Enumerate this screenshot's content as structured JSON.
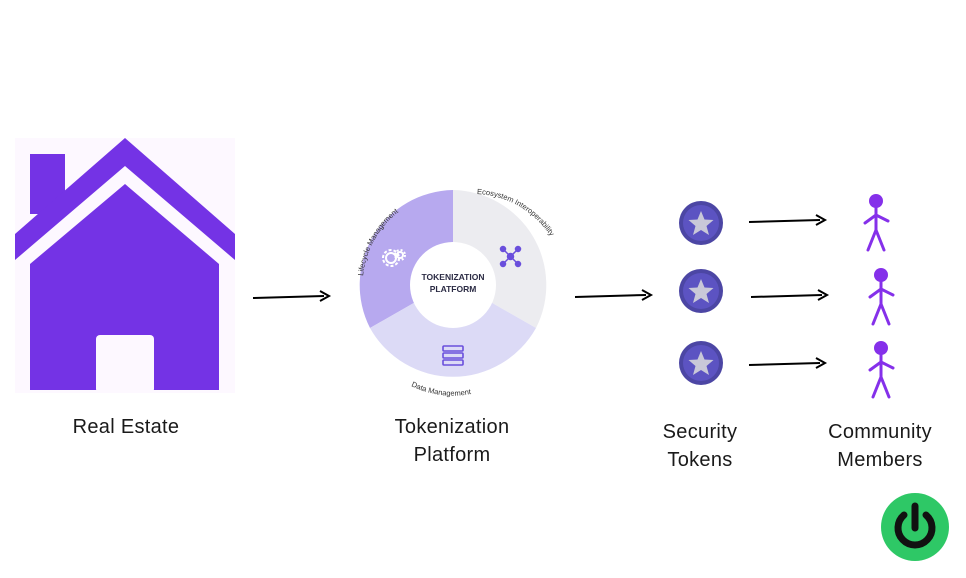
{
  "labels": {
    "real_estate": "Real Estate",
    "platform_line1": "Tokenization",
    "platform_line2": "Platform",
    "tokens_line1": "Security",
    "tokens_line2": "Tokens",
    "members_line1": "Community",
    "members_line2": "Members"
  },
  "ring": {
    "center_line1": "TOKENIZATION",
    "center_line2": "PLATFORM",
    "segments": [
      "Lifecycle Management",
      "Ecosystem Interoperability",
      "Data Management"
    ]
  },
  "icons": {
    "house": "house-icon",
    "coin": "star-coin-icon",
    "person": "stick-figure-icon",
    "logo": "power-button-icon",
    "segment_icons": [
      "gears-icon",
      "network-nodes-icon",
      "database-icon"
    ]
  },
  "colors": {
    "house": "#7433e5",
    "house_bg": "#fdf8ff",
    "ring_lifecycle": "#b7a9ef",
    "ring_ecosystem": "#ececf0",
    "ring_data": "#dcdaf6",
    "ring_icon": "#6a4fdc",
    "coin_outer": "#4c46a4",
    "coin_inner": "#5c53c2",
    "star": "#c9c8d8",
    "person": "#8530ea",
    "logo_bg": "#2ec866",
    "logo_fg": "#111111"
  }
}
